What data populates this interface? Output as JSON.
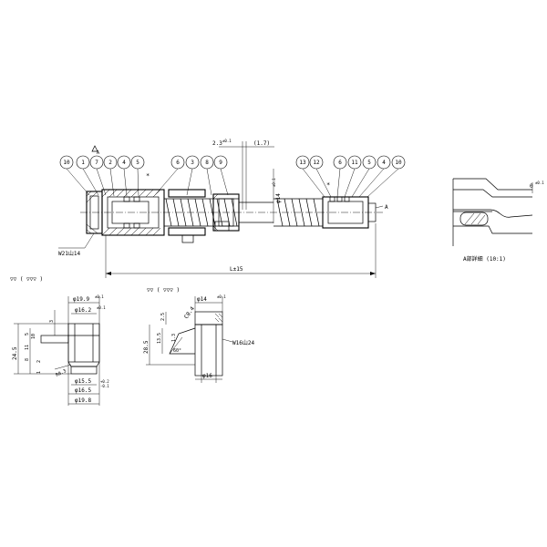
{
  "balloons_left": [
    "10",
    "1",
    "7",
    "2",
    "4",
    "5"
  ],
  "balloons_mid": [
    "6",
    "3",
    "8",
    "9"
  ],
  "balloons_right": [
    "13",
    "12",
    "6",
    "11",
    "5",
    "4",
    "10"
  ],
  "callouts": {
    "star": "*",
    "section_mark": "A",
    "left_thread": "W21山14",
    "dim_23": "2.3",
    "dim_23_tol": "±0.1",
    "dim_17": "(1.7)",
    "phi14": "φ14",
    "phi14_tol": "±0.1",
    "length": "L±15"
  },
  "detail_a": {
    "caption": "A部詳細 (10:1)",
    "dim": "0",
    "dim_tol": "±0.1"
  },
  "left_part": {
    "finish": "▽▽ (  ▽▽▽  )",
    "phi19_9": "φ19.9",
    "phi19_9_tol": "±0.1",
    "phi16_2": "φ16.2",
    "phi16_2_tol": "±0.1",
    "phi15_5": "φ15.5",
    "phi16_5": "φ16.5",
    "phi19_8": "φ19.8",
    "h24_5": "24.5",
    "h3": "3",
    "h5": "5",
    "h10": "10",
    "h1": "1",
    "h11": "11",
    "h8": "8",
    "h2": "2",
    "r03": "R0.3",
    "phi_tol_a": "+0.2",
    "phi_tol_b": "-0.1"
  },
  "right_part": {
    "finish": "▽▽ (  ▽▽▽  )",
    "phi14": "φ14",
    "phi14_tol": "±0.1",
    "c04": "C0.4",
    "h25": "2.5",
    "h285": "28.5",
    "h135": "13.5",
    "h13": "1.3",
    "angle": "60°",
    "thread": "W16山24",
    "phi16": "φ16",
    "tol": "±0.1"
  }
}
